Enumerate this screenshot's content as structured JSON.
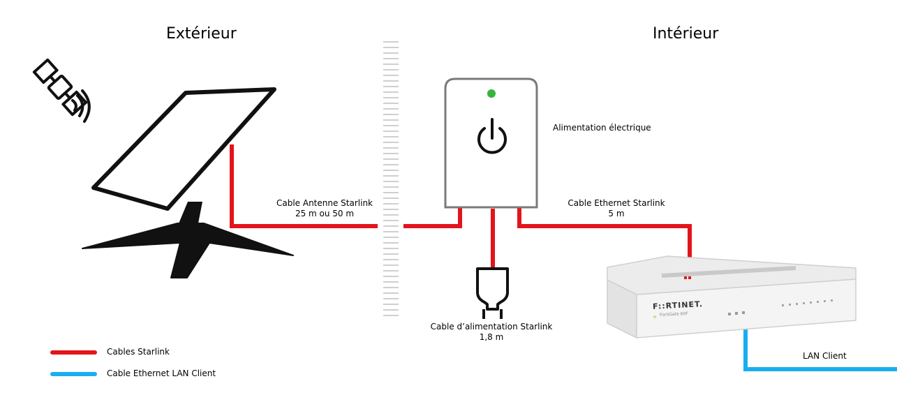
{
  "headings": {
    "outside": "Extérieur",
    "inside": "Intérieur"
  },
  "labels": {
    "antenna_cable": {
      "line1": "Cable Antenne Starlink",
      "line2": "25 m ou 50 m"
    },
    "ethernet_cable": {
      "line1": "Cable Ethernet Starlink",
      "line2": "5 m"
    },
    "power_cable": {
      "line1": "Cable d’alimentation Starlink",
      "line2": "1,8 m"
    },
    "power_supply": "Alimentation électrique",
    "lan": "LAN Client"
  },
  "legend": [
    {
      "label": "Cables Starlink",
      "color": "#e3141b"
    },
    {
      "label": "Cable Ethernet LAN Client",
      "color": "#19aef0"
    }
  ],
  "router": {
    "brand": "F::RTINET.",
    "model": "FortiGate 60F"
  },
  "colors": {
    "starlink_cable": "#e3141b",
    "lan_cable": "#19aef0",
    "power_led": "#35b53a",
    "dark": "#111111"
  },
  "icons": [
    "satellite-icon",
    "power-icon",
    "plug-icon",
    "starlink-dish-icon",
    "router-icon",
    "wall-icon"
  ]
}
